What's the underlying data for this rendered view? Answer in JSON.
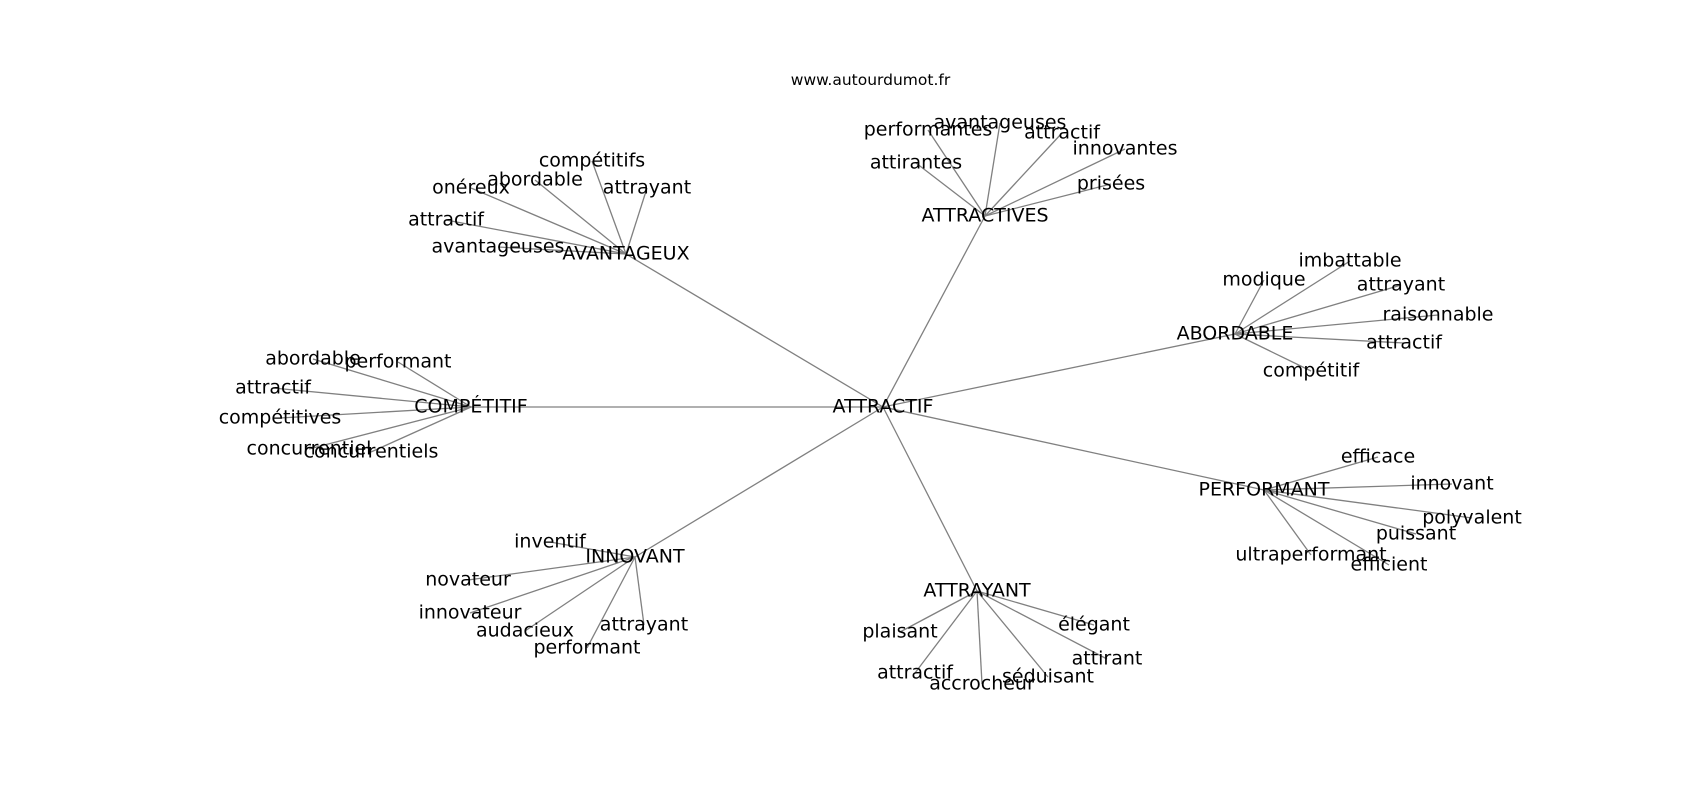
{
  "source": "www.autourdumot.fr",
  "center": "ATTRACTIF",
  "branches": [
    {
      "label": "AVANTAGEUX",
      "leaves": [
        "compétitifs",
        "abordable",
        "onéreux",
        "attrayant",
        "attractif",
        "avantageuses"
      ]
    },
    {
      "label": "ATTRACTIVES",
      "leaves": [
        "performantes",
        "avantageuses",
        "attractif",
        "innovantes",
        "attirantes",
        "prisées"
      ]
    },
    {
      "label": "ABORDABLE",
      "leaves": [
        "imbattable",
        "modique",
        "attrayant",
        "raisonnable",
        "attractif",
        "compétitif"
      ]
    },
    {
      "label": "COMPÉTITIF",
      "leaves": [
        "abordable",
        "performant",
        "attractif",
        "compétitives",
        "concurrentiel",
        "concurrentiels"
      ]
    },
    {
      "label": "PERFORMANT",
      "leaves": [
        "efficace",
        "innovant",
        "polyvalent",
        "puissant",
        "ultraperformant",
        "efficient"
      ]
    },
    {
      "label": "INNOVANT",
      "leaves": [
        "inventif",
        "novateur",
        "innovateur",
        "audacieux",
        "attrayant",
        "performant"
      ]
    },
    {
      "label": "ATTRAYANT",
      "leaves": [
        "plaisant",
        "élégant",
        "attirant",
        "attractif",
        "séduisant",
        "accrocheur"
      ]
    }
  ]
}
